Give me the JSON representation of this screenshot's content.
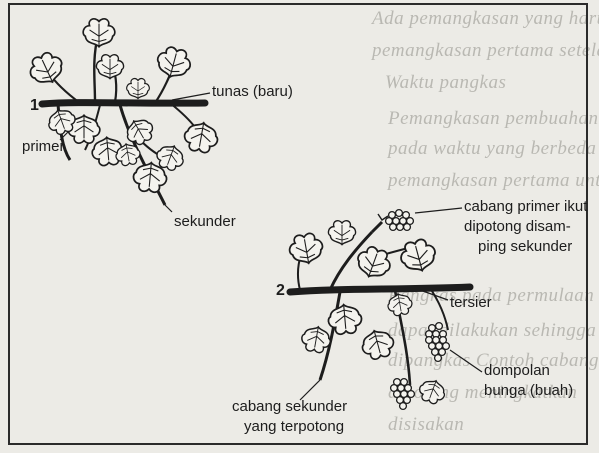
{
  "background_text": [
    "Ada pemangkasan yang harus dilakukan",
    "pemangkasan pertama setelah tanaman",
    "Waktu pangkas",
    "Pemangkasan pembuahan dilakukan",
    "pada waktu yang berbeda untuk tiap",
    "pemangkasan pertama untuk tanaman",
    "",
    "Pangkas pada permulaan musim",
    "dapat dilakukan sehingga yang perlu",
    "dipangkas Contoh cabang yang",
    "dipotong meningkatkan",
    "disisakan"
  ],
  "labels": {
    "num1": "1",
    "num2": "2",
    "tunas": "tunas (baru)",
    "primer": "primer",
    "sekunder": "sekunder",
    "cabang_primer": [
      "cabang primer ikut",
      "dipotong disam-",
      "ping sekunder"
    ],
    "tersier": "tersier",
    "dompolan": [
      "dompolan",
      "bunga (buah)"
    ],
    "cabang_sekunder": [
      "cabang sekunder",
      "yang terpotong"
    ]
  },
  "colors": {
    "ink": "#1d1d1d",
    "paper": "#ecebe6",
    "faded_text": "#b9b8b2"
  }
}
